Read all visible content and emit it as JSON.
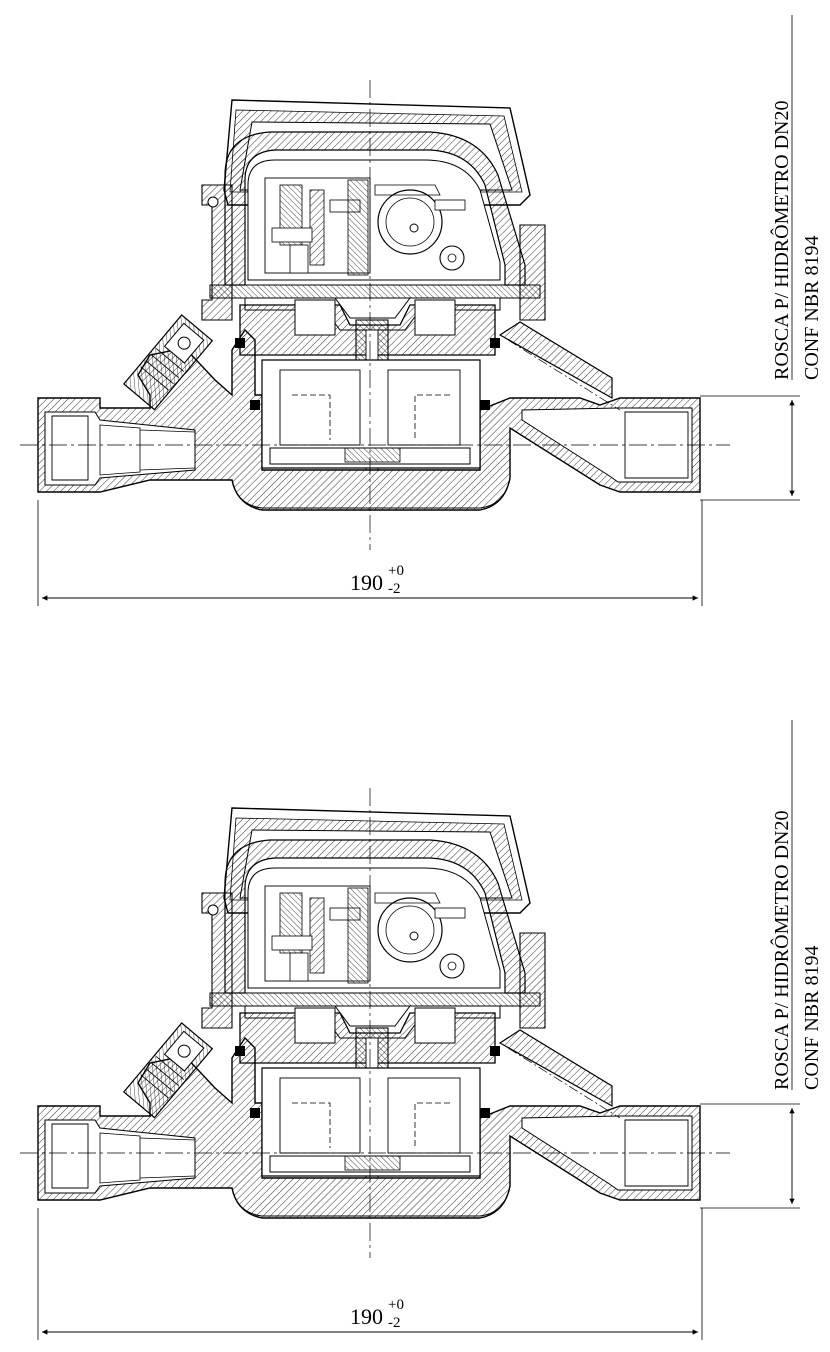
{
  "drawings": [
    {
      "side_label_line1": "ROSCA P/ HIDRÔMETRO DN20",
      "side_label_line2": "CONF NBR 8194",
      "dimension_value": "190",
      "dimension_upper_tol": "+0",
      "dimension_lower_tol": "-2"
    },
    {
      "side_label_line1": "ROSCA P/ HIDRÔMETRO DN20",
      "side_label_line2": "CONF NBR 8194",
      "dimension_value": "190",
      "dimension_upper_tol": "+0",
      "dimension_lower_tol": "-2"
    }
  ],
  "colors": {
    "line": "#000000",
    "background": "#ffffff"
  }
}
